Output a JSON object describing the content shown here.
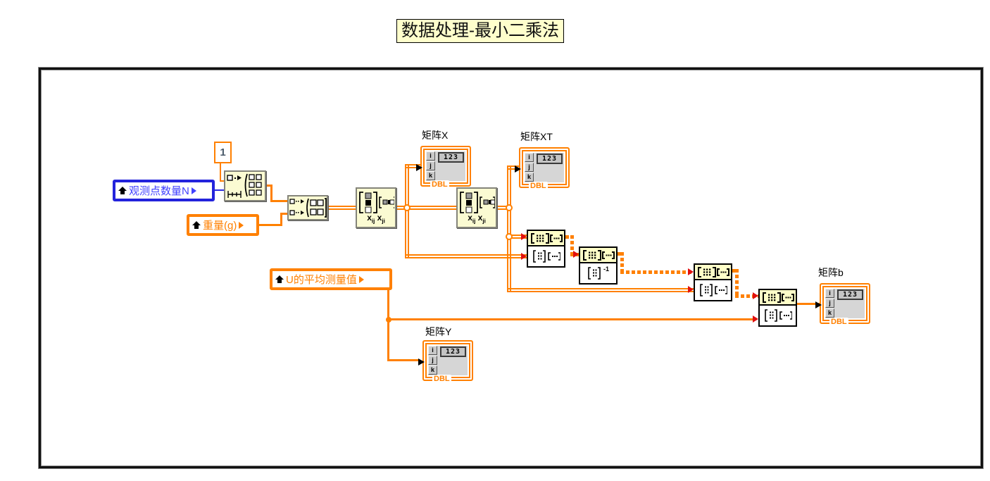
{
  "title": "数据处理-最小二乘法",
  "constants": {
    "one": "1"
  },
  "controls": {
    "n_points": {
      "label": "观测点数量N"
    },
    "weight": {
      "label": "重量(g)"
    },
    "u_mean": {
      "label": "U的平均测量值"
    }
  },
  "indicators": {
    "matrix_x": {
      "label": "矩阵X",
      "display": "123",
      "type": "DBL",
      "idx": [
        "i",
        "j",
        "k"
      ]
    },
    "matrix_xt": {
      "label": "矩阵XT",
      "display": "123",
      "type": "DBL",
      "idx": [
        "i",
        "j",
        "k"
      ]
    },
    "matrix_y": {
      "label": "矩阵Y",
      "display": "123",
      "type": "DBL",
      "idx": [
        "i",
        "j",
        "k"
      ]
    },
    "matrix_b": {
      "label": "矩阵b",
      "display": "123",
      "type": "DBL",
      "idx": [
        "i",
        "j",
        "k"
      ]
    }
  },
  "functions": {
    "transpose": {
      "var": "x",
      "sub_in": "ij",
      "sub_out": "ji"
    },
    "inverse": {
      "sup": "-1"
    }
  },
  "colors": {
    "wire_orange": "#FF8000",
    "scalar_blue": "#2A2AE0",
    "node_yellow": "#FBFBD2",
    "title_yellow": "#FFFFCC",
    "indicator_panel": "#D6D6D6",
    "coercion_red": "#E01010"
  }
}
